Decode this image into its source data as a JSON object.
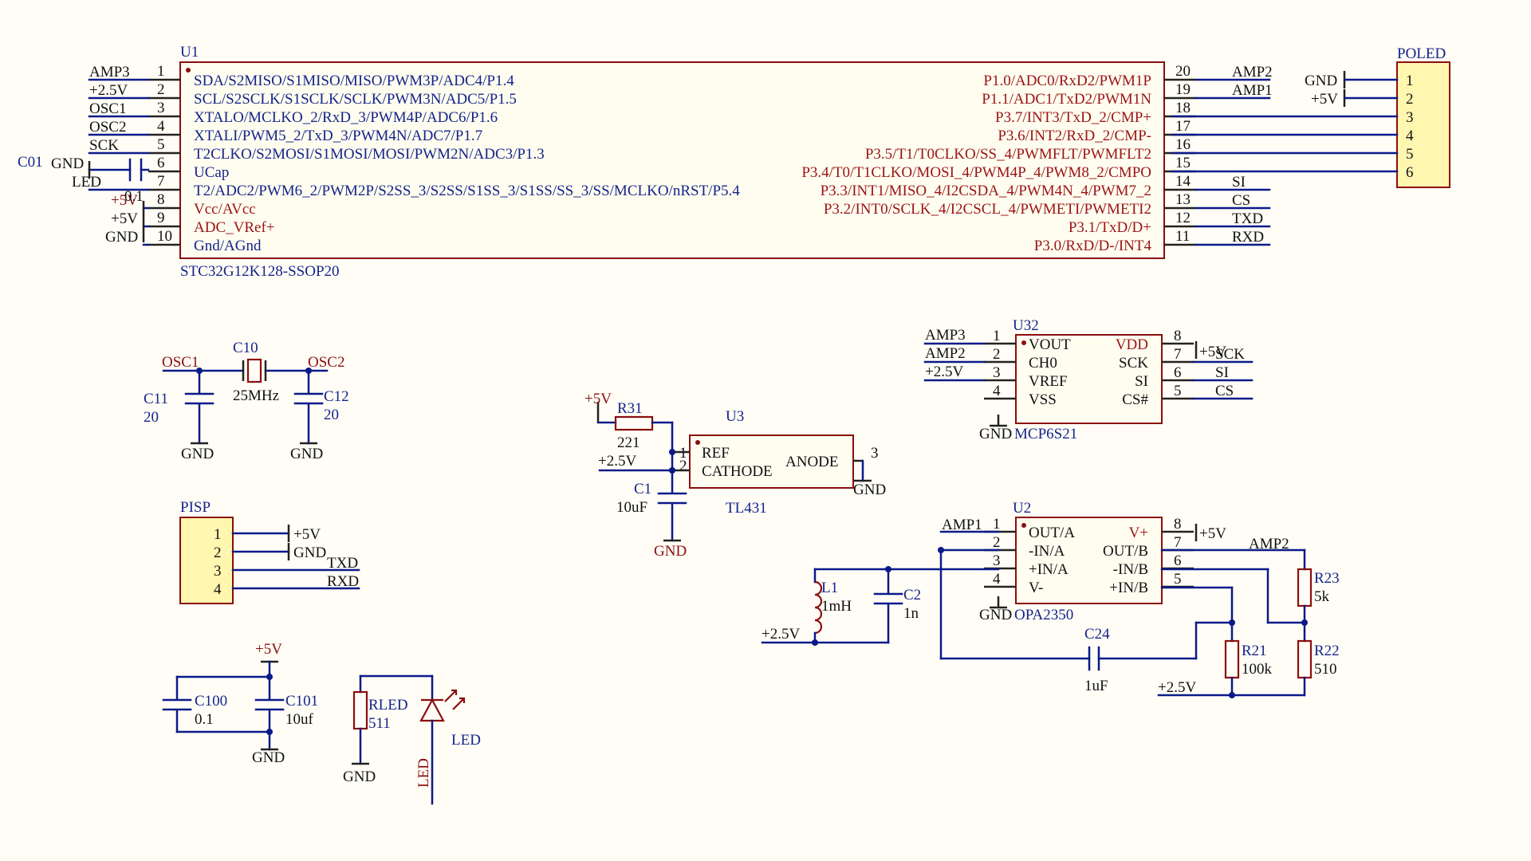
{
  "u1": {
    "designator": "U1",
    "part": "STC32G12K128-SSOP20",
    "left_pins": [
      {
        "num": "1",
        "name": "SDA/S2MISO/S1MISO/MISO/PWM3P/ADC4/P1.4",
        "net": "AMP3"
      },
      {
        "num": "2",
        "name": "SCL/S2SCLK/S1SCLK/SCLK/PWM3N/ADC5/P1.5",
        "net": "+2.5V"
      },
      {
        "num": "3",
        "name": "XTALO/MCLKO_2/RxD_3/PWM4P/ADC6/P1.6",
        "net": "OSC1"
      },
      {
        "num": "4",
        "name": "XTALI/PWM5_2/TxD_3/PWM4N/ADC7/P1.7",
        "net": "OSC2"
      },
      {
        "num": "5",
        "name": "T2CLKO/S2MOSI/S1MOSI/MOSI/PWM2N/ADC3/P1.3",
        "net": "SCK"
      },
      {
        "num": "6",
        "name": "UCap",
        "net": "GND"
      },
      {
        "num": "7",
        "name": "T2/ADC2/PWM6_2/PWM2P/S2SS_3/S2SS/S1SS_3/S1SS/SS_3/SS/MCLKO/nRST/P5.4",
        "net": "LED"
      },
      {
        "num": "8",
        "name": "Vcc/AVcc",
        "net": "+5V"
      },
      {
        "num": "9",
        "name": "ADC_VRef+",
        "net": "+5V"
      },
      {
        "num": "10",
        "name": "Gnd/AGnd",
        "net": "GND"
      }
    ],
    "right_pins": [
      {
        "num": "20",
        "name": "P1.0/ADC0/RxD2/PWM1P",
        "net": "AMP2"
      },
      {
        "num": "19",
        "name": "P1.1/ADC1/TxD2/PWM1N",
        "net": "AMP1"
      },
      {
        "num": "18",
        "name": "P3.7/INT3/TxD_2/CMP+",
        "net": ""
      },
      {
        "num": "17",
        "name": "P3.6/INT2/RxD_2/CMP-",
        "net": ""
      },
      {
        "num": "16",
        "name": "P3.5/T1/T0CLKO/SS_4/PWMFLT/PWMFLT2",
        "net": ""
      },
      {
        "num": "15",
        "name": "P3.4/T0/T1CLKO/MOSI_4/PWM4P_4/PWM8_2/CMPO",
        "net": ""
      },
      {
        "num": "14",
        "name": "P3.3/INT1/MISO_4/I2CSDA_4/PWM4N_4/PWM7_2",
        "net": "SI"
      },
      {
        "num": "13",
        "name": "P3.2/INT0/SCLK_4/I2CSCL_4/PWMETI/PWMETI2",
        "net": "CS"
      },
      {
        "num": "12",
        "name": "P3.1/TxD/D+",
        "net": "TXD"
      },
      {
        "num": "11",
        "name": "P3.0/RxD/D-/INT4",
        "net": "RXD"
      }
    ]
  },
  "c01": {
    "designator": "C01",
    "value": "0.1"
  },
  "poled": {
    "designator": "POLED",
    "pins": [
      "1",
      "2",
      "3",
      "4",
      "5",
      "6"
    ],
    "gnd": "GND",
    "vcc": "+5V"
  },
  "osc": {
    "c10": {
      "designator": "C10",
      "value": "25MHz"
    },
    "c11": {
      "designator": "C11",
      "value": "20"
    },
    "c12": {
      "designator": "C12",
      "value": "20"
    },
    "net1": "OSC1",
    "net2": "OSC2",
    "gnd": "GND"
  },
  "ref": {
    "u3": {
      "designator": "U3",
      "part": "TL431",
      "ref": "REF",
      "cathode": "CATHODE",
      "anode": "ANODE",
      "pin_ref": "1",
      "pin_cat": "2",
      "pin_an": "3"
    },
    "r31": {
      "designator": "R31",
      "value": "221"
    },
    "c1": {
      "designator": "C1",
      "value": "10uF"
    },
    "vcc": "+5V",
    "vout": "+2.5V",
    "gnd": "GND"
  },
  "u32": {
    "designator": "U32",
    "part": "MCP6S21",
    "left": [
      {
        "num": "1",
        "name": "VOUT",
        "net": "AMP3"
      },
      {
        "num": "2",
        "name": "CH0",
        "net": "AMP2"
      },
      {
        "num": "3",
        "name": "VREF",
        "net": "+2.5V"
      },
      {
        "num": "4",
        "name": "VSS",
        "net": "GND"
      }
    ],
    "right": [
      {
        "num": "8",
        "name": "VDD",
        "net": "+5V"
      },
      {
        "num": "7",
        "name": "SCK",
        "net": "SCK"
      },
      {
        "num": "6",
        "name": "SI",
        "net": "SI"
      },
      {
        "num": "5",
        "name": "CS#",
        "net": "CS"
      }
    ]
  },
  "pisp": {
    "designator": "PISP",
    "pins": [
      "1",
      "2",
      "3",
      "4"
    ],
    "nets": [
      "+5V",
      "GND",
      "TXD",
      "RXD"
    ]
  },
  "u2": {
    "designator": "U2",
    "part": "OPA2350",
    "left": [
      {
        "num": "1",
        "name": "OUT/A"
      },
      {
        "num": "2",
        "name": "-IN/A"
      },
      {
        "num": "3",
        "name": "+IN/A"
      },
      {
        "num": "4",
        "name": "V-"
      }
    ],
    "right": [
      {
        "num": "8",
        "name": "V+"
      },
      {
        "num": "7",
        "name": "OUT/B"
      },
      {
        "num": "6",
        "name": "-IN/B"
      },
      {
        "num": "5",
        "name": "+IN/B"
      }
    ],
    "amp1": "AMP1",
    "amp2": "AMP2",
    "vcc": "+5V",
    "gnd": "GND"
  },
  "filter": {
    "l1": {
      "designator": "L1",
      "value": "1mH"
    },
    "c2": {
      "designator": "C2",
      "value": "1n"
    },
    "c24": {
      "designator": "C24",
      "value": "1uF"
    },
    "r21": {
      "designator": "R21",
      "value": "100k"
    },
    "r22": {
      "designator": "R22",
      "value": "510"
    },
    "r23": {
      "designator": "R23",
      "value": "5k"
    },
    "vref": "+2.5V"
  },
  "decap": {
    "c100": {
      "designator": "C100",
      "value": "0.1"
    },
    "c101": {
      "designator": "C101",
      "value": "10uf"
    },
    "vcc": "+5V",
    "gnd": "GND"
  },
  "led": {
    "rled": {
      "designator": "RLED",
      "value": "511"
    },
    "designator": "LED",
    "net": "LED",
    "gnd": "GND"
  },
  "colors": {
    "wire": "#0a1a8a",
    "component": "#8a0e0e",
    "header": "#fff6b0",
    "background": "#fffdf6"
  }
}
